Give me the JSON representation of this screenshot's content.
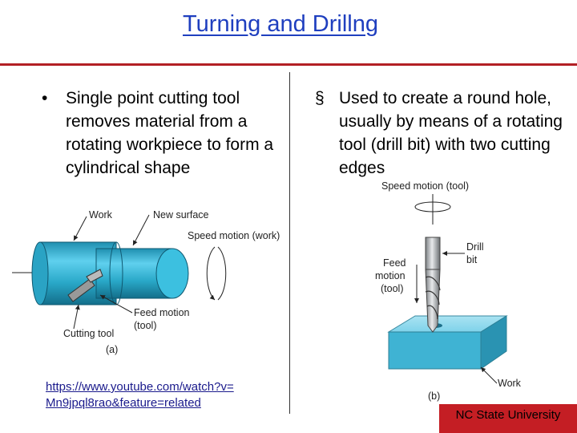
{
  "slide": {
    "title": "Turning and Drillng",
    "left": {
      "bullet": "•",
      "text": "Single point cutting tool removes material from a rotating workpiece to form a cylindrical shape"
    },
    "right": {
      "bullet": "§",
      "text": "Used to create a round hole, usually by means of a rotating tool (drill bit) with two cutting edges"
    },
    "link": {
      "line1": "https://www.youtube.com/watch?v=",
      "line2": "Mn9jpql8rao&feature=related"
    },
    "footer": "NC State University",
    "colors": {
      "title": "#1f3fbf",
      "rule": "#b32025",
      "footer": "#c41e24",
      "part": "#29a8c8"
    }
  },
  "figure_turning": {
    "label_work": "Work",
    "label_new_surface": "New surface",
    "label_speed": "Speed motion (work)",
    "label_feed_1": "Feed motion",
    "label_feed_2": "(tool)",
    "label_cutting_tool": "Cutting tool",
    "caption": "(a)"
  },
  "figure_drilling": {
    "label_speed": "Speed motion (tool)",
    "label_drill_1": "Drill",
    "label_drill_2": "bit",
    "label_feed_1": "Feed",
    "label_feed_2": "motion",
    "label_feed_3": "(tool)",
    "label_work": "Work",
    "caption": "(b)"
  }
}
